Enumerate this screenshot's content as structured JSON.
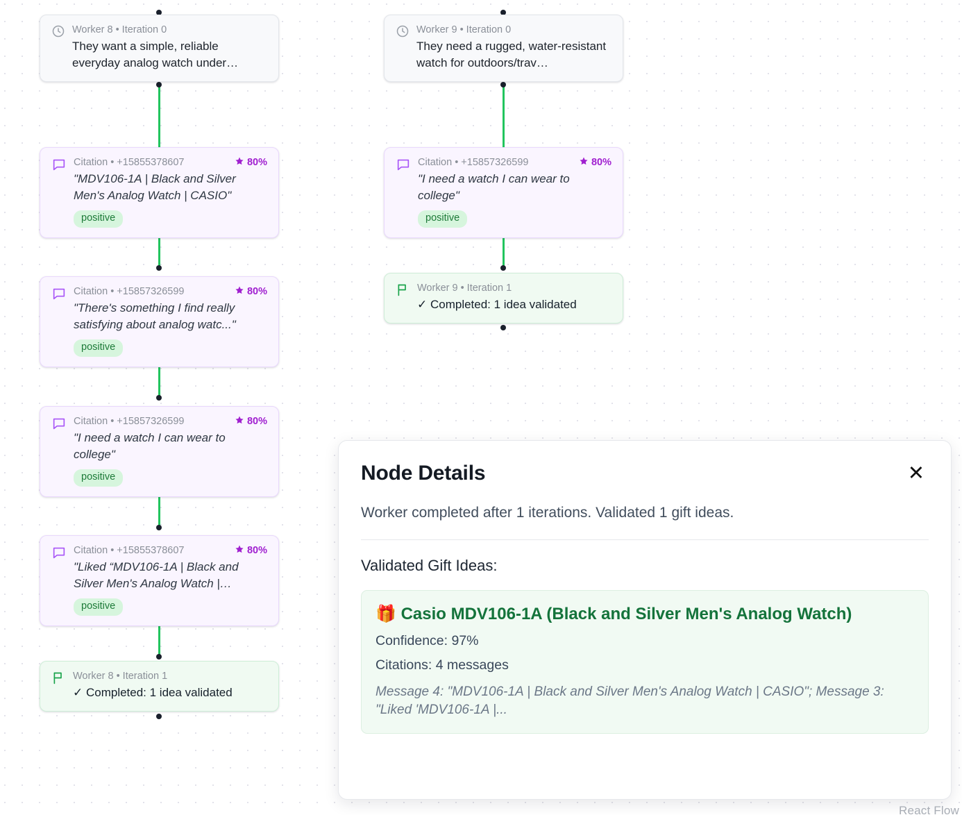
{
  "canvas": {
    "attribution": "React Flow",
    "edge_color": "#22c55e",
    "handle_color": "#1a202c"
  },
  "nodes": [
    {
      "id": "w8-i0",
      "type": "worker",
      "icon": "clock-icon",
      "meta": "Worker 8 • Iteration 0",
      "body": "They want a simple, reliable everyday analog watch under…"
    },
    {
      "id": "w8-c1",
      "type": "citation",
      "icon": "message-icon",
      "meta": "Citation • +15855378607",
      "confidence": "80%",
      "body": "\"MDV106-1A | Black and Silver Men's Analog Watch | CASIO\"",
      "badge": "positive"
    },
    {
      "id": "w8-c2",
      "type": "citation",
      "icon": "message-icon",
      "meta": "Citation • +15857326599",
      "confidence": "80%",
      "body": "\"There's something I find really satisfying about analog watc...\"",
      "badge": "positive"
    },
    {
      "id": "w8-c3",
      "type": "citation",
      "icon": "message-icon",
      "meta": "Citation • +15857326599",
      "confidence": "80%",
      "body": "\"I need a watch I can wear to college\"",
      "badge": "positive"
    },
    {
      "id": "w8-c4",
      "type": "citation",
      "icon": "message-icon",
      "meta": "Citation • +15855378607",
      "confidence": "80%",
      "body": "\"Liked “MDV106-1A | Black and Silver Men's Analog Watch |…",
      "badge": "positive"
    },
    {
      "id": "w8-i1",
      "type": "complete",
      "icon": "flag-icon",
      "meta": "Worker 8 • Iteration 1",
      "body": "✓ Completed: 1 idea validated"
    },
    {
      "id": "w9-i0",
      "type": "worker",
      "icon": "clock-icon",
      "meta": "Worker 9 • Iteration 0",
      "body": "They need a rugged, water-resistant watch for outdoors/trav…"
    },
    {
      "id": "w9-c1",
      "type": "citation",
      "icon": "message-icon",
      "meta": "Citation • +15857326599",
      "confidence": "80%",
      "body": "\"I need a watch I can wear to college\"",
      "badge": "positive"
    },
    {
      "id": "w9-i1",
      "type": "complete",
      "icon": "flag-icon",
      "meta": "Worker 9 • Iteration 1",
      "body": "✓ Completed: 1 idea validated"
    }
  ],
  "panel": {
    "title": "Node Details",
    "close_label": "✕",
    "summary": "Worker completed after 1 iterations. Validated 1 gift ideas.",
    "section_title": "Validated Gift Ideas:",
    "ideas": [
      {
        "emoji": "🎁",
        "title": "Casio MDV106-1A (Black and Silver Men's Analog Watch)",
        "confidence": "Confidence: 97%",
        "citations": "Citations: 4 messages",
        "citation_preview": "Message 4: \"MDV106-1A | Black and Silver Men's Analog Watch | CASIO\"; Message 3: \"Liked 'MDV106-1A |..."
      }
    ]
  }
}
